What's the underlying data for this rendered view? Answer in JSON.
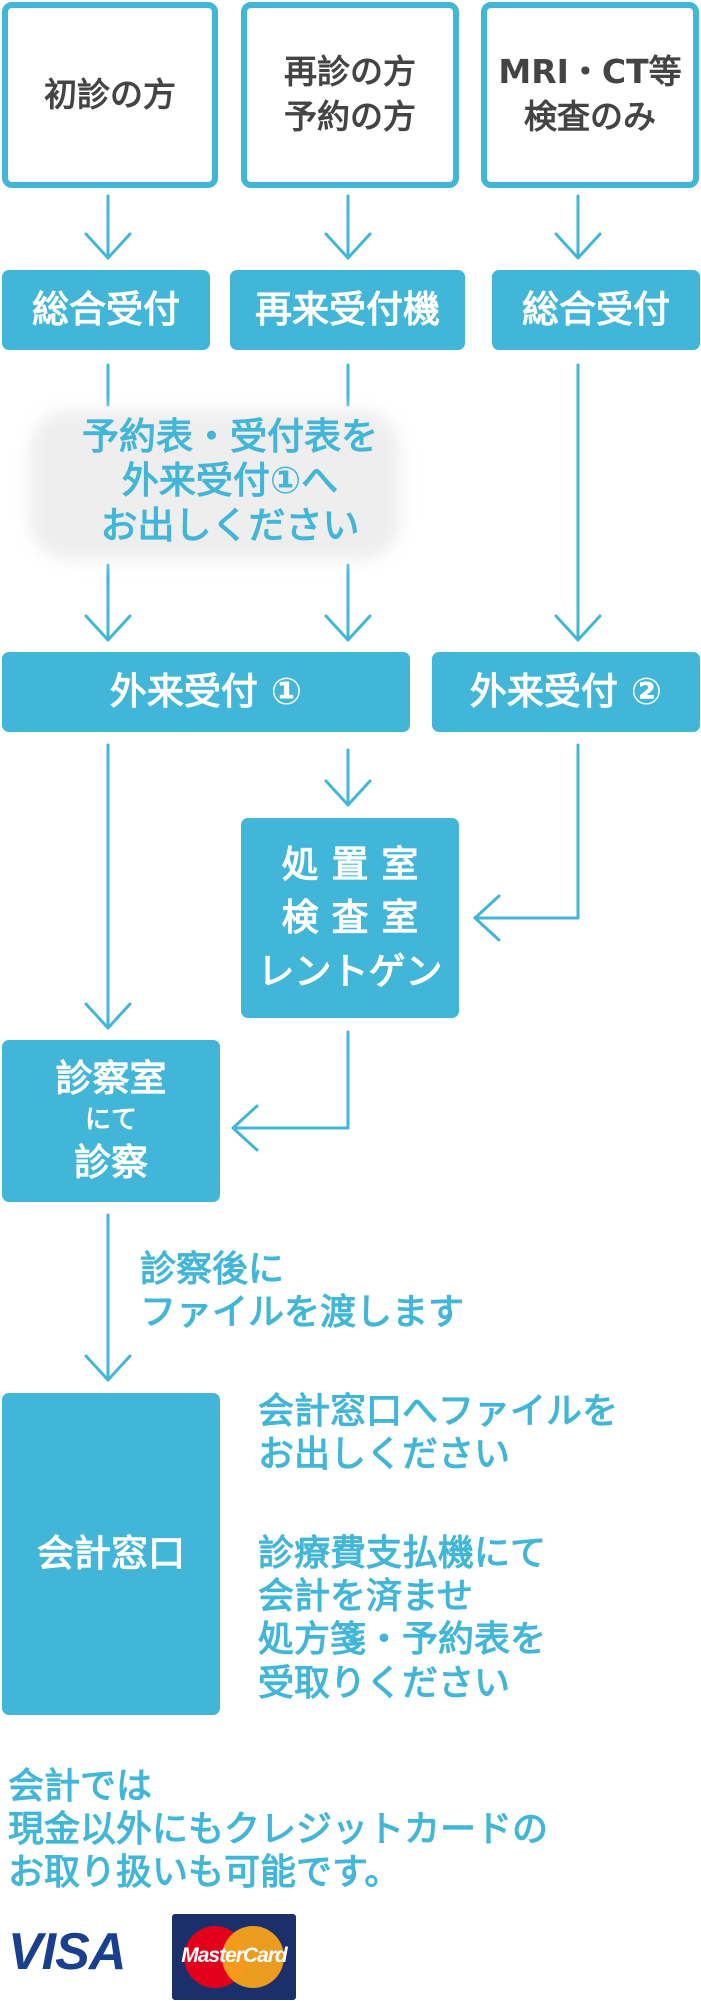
{
  "start_boxes": [
    {
      "label": "初診の方"
    },
    {
      "label": "再診の方\n予約の方"
    },
    {
      "label": "MRI・CT等\n検査のみ"
    }
  ],
  "reception_boxes": [
    {
      "label": "総合受付"
    },
    {
      "label": "再来受付機"
    },
    {
      "label": "総合受付"
    }
  ],
  "submit_note": "予約表・受付表を\n外来受付①へ\nお出しください",
  "outpatient_boxes": [
    {
      "label": "外来受付 ①"
    },
    {
      "label": "外来受付 ②"
    }
  ],
  "treatment_box": {
    "label": "処 置 室\n検 査 室\nレントゲン"
  },
  "exam_box": {
    "line1": "診察室",
    "line2": "にて",
    "line3": "診察"
  },
  "after_exam_note": "診察後に\nファイルを渡します",
  "cashier_box": {
    "label": "会計窓口"
  },
  "cashier_note_1": "会計窓口へファイルを\nお出しください",
  "cashier_note_2": "診療費支払機にて\n会計を済ませ\n処方箋・予約表を\n受取りください",
  "payment_note": "会計では\n現金以外にもクレジットカードの\nお取り扱いも可能です。",
  "card_logos": {
    "visa": "VISA",
    "mastercard": "MasterCard"
  },
  "colors": {
    "accent": "#41b6d9",
    "outline_text": "#444444"
  }
}
